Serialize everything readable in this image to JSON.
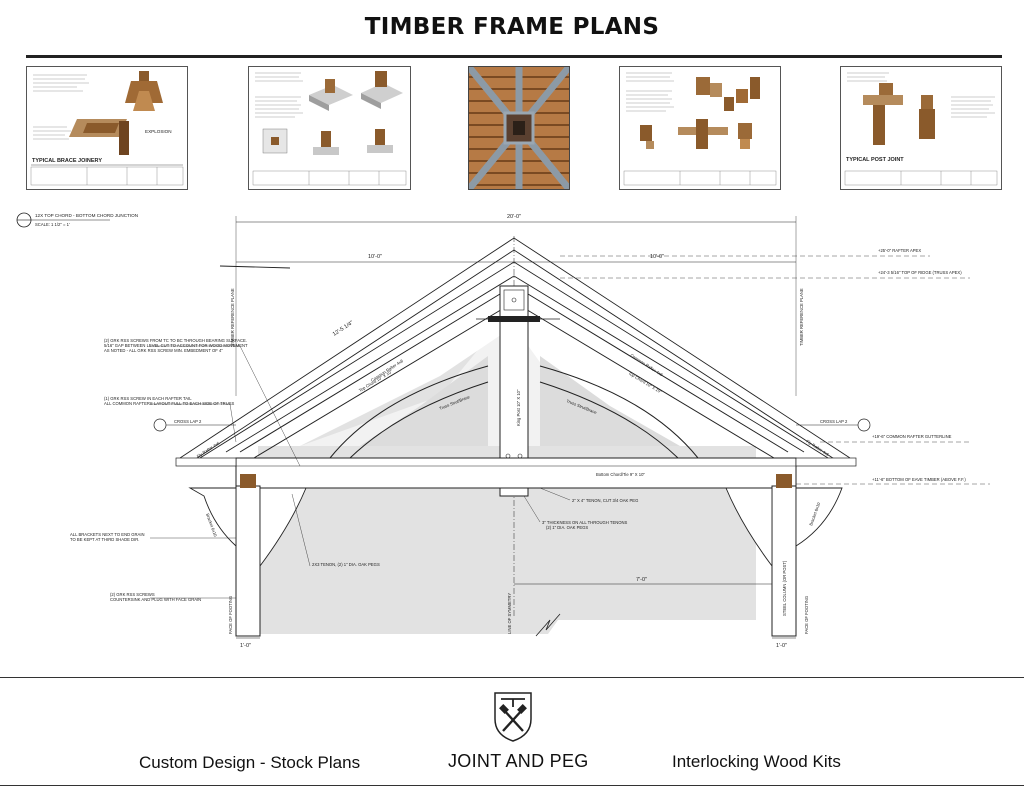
{
  "header": {
    "title": "TIMBER FRAME PLANS"
  },
  "thumbnails": [
    {
      "kind": "sheet",
      "caption": "TYPICAL BRACE JOINERY"
    },
    {
      "kind": "sheet",
      "caption": ""
    },
    {
      "kind": "photo",
      "caption": ""
    },
    {
      "kind": "sheet",
      "caption": ""
    },
    {
      "kind": "sheet",
      "caption": "TYPICAL POST JOINT"
    }
  ],
  "drawing": {
    "detail_title": "12X TOP CHORD - BOTTOM CHORD JUNCTION",
    "detail_scale": "SCALE: 1 1/2\" = 1'",
    "overall_span": "20'-0\"",
    "half_left": "10'-0\"",
    "half_right": "10'-0\"",
    "rafter_length": "12'-5 1/4\"",
    "left_pitch_note": "12",
    "reference_plane": "TIMBER REFERENCE PLANE",
    "elev_apex": "+25'-0\" RAFTER APEX",
    "elev_ridge": "+24'-3 5/16\" TOP OF RIDGE (TRUSS APEX)",
    "elev_rafter": "+19'-6\" COMMON RAFTER GUTTERLINE",
    "elev_eave": "+11'-6\" BOTTOM OF EAVE TIMBER (ABOVE F.F.)",
    "callouts": [
      "(2) GRK RSS SCREWS FROM TC TO BC THROUGH BEARING SURFACE.",
      "5/16\" GAP BETWEEN LEVEL CUT TO ACCOUNT FOR WOOD MOVEMENT",
      "AS NOTED - ALL GRK RSS SCREW MIN. EMBEDMENT OF 4\"",
      "(1) GRK RSS SCREW IN EACH RAFTER TAIL",
      "ALL COMMON RAFTERS LAYOUT FULL TO EACH SIDE OF TRUSS",
      "ALL BRACKETS NEXT TO END GRAIN",
      "TO BE KEPT AT THIRD SHADE DIR.",
      "(2) GRK RSS SCREWS",
      "COUNTERSINK AND PLUG WITH FACE GRAIN",
      "2X3 TENON, (2) 1\" DIA. OAK PEGS",
      "3\" THICKNESS ON ALL THROUGH TENONS",
      "(2) 1\" DIA. OAK PEGS",
      "2\" X 4\" TENON, CUT 3/4 OAK PEG"
    ],
    "members": {
      "bottom_chord": "Bottom Chord/Tie 9\" X 10\"",
      "top_chord_left": "Top Chord 10\" X 10\"",
      "top_chord_right": "Top Chord 10\" X 10\"",
      "strut_left": "Truss Strut/Brace",
      "strut_right": "Truss Strut/Brace",
      "king_post": "King Post 10\" X 10\"",
      "common_rafter_left": "Common Rafter 4x8",
      "common_rafter_right": "Common Rafter 4x8",
      "fly_rafter_left": "Fly Rafter 4x6",
      "fly_rafter_right": "Fly Rafter 4x6",
      "bracket_left": "Bracket 6x10",
      "bracket_right": "Bracket 6x10",
      "post_right": "STEEL COLUMN (OR POST)"
    },
    "dims": {
      "post_width_left": "1'-0\"",
      "post_width_right": "1'-0\"",
      "inner_span": "7'-0\"",
      "face_left": "FACE OF FOOTING",
      "face_right": "FACE OF FOOTING",
      "center_line": "LINE OF SYMMETRY"
    },
    "grid_left": "CROSS LAP 2",
    "grid_right": "CROSS LAP 2"
  },
  "footer": {
    "left": "Custom Design - Stock Plans",
    "brand": "JOINT AND PEG",
    "right": "Interlocking Wood Kits"
  },
  "colors": {
    "wood": "#8a5a2b",
    "wood_light": "#b58b5c",
    "shade": "#e2e2e2",
    "line": "#222222"
  }
}
